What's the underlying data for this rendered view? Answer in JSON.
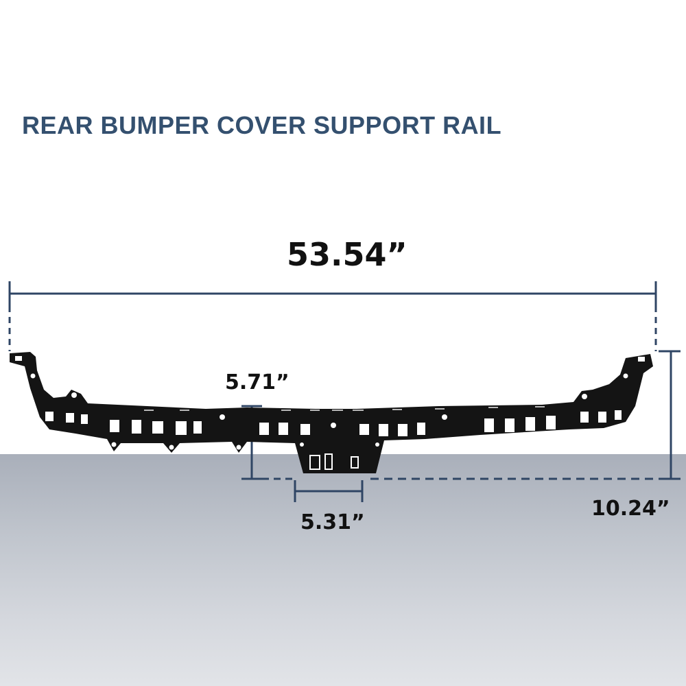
{
  "title": "REAR BUMPER COVER SUPPORT RAIL",
  "dimensions": {
    "overall_width": "53.54”",
    "center_bracket_height": "5.71”",
    "center_bracket_width": "5.31”",
    "overall_height": "10.24”"
  },
  "colors": {
    "title": "#34506f",
    "dimension_line": "#2f4564",
    "part": "#141414",
    "floor": "#b4b9c2"
  }
}
